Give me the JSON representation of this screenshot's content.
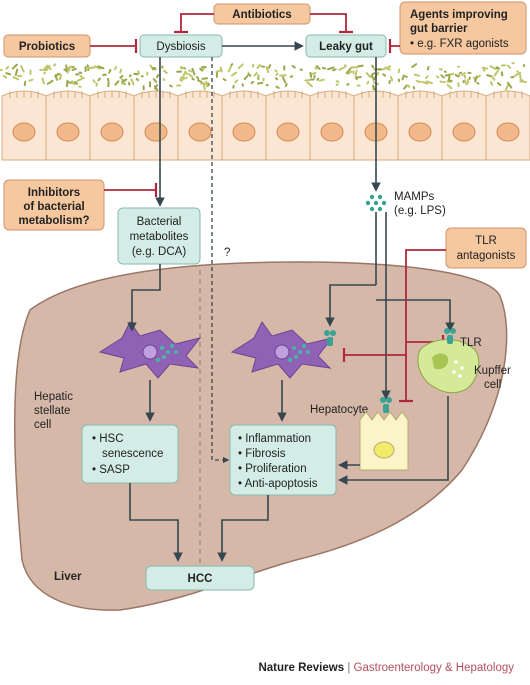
{
  "top": {
    "antibiotics": "Antibiotics",
    "probiotics": "Probiotics",
    "dysbiosis": "Dysbiosis",
    "leaky_gut": "Leaky gut",
    "barrier_title_1": "Agents improving",
    "barrier_title_2": "gut barrier",
    "barrier_example": "• e.g. FXR agonists"
  },
  "middle": {
    "inhibitors_1": "Inhibitors",
    "inhibitors_2": "of bacterial",
    "inhibitors_3": "metabolism?",
    "metabolites_1": "Bacterial",
    "metabolites_2": "metabolites",
    "metabolites_3": "(e.g. DCA)",
    "question": "?",
    "mamps_1": "MAMPs",
    "mamps_2": "(e.g. LPS)",
    "tlr_ant_1": "TLR",
    "tlr_ant_2": "antagonists"
  },
  "liver": {
    "hsc_label_1": "Hepatic",
    "hsc_label_2": "stellate",
    "hsc_label_3": "cell",
    "tlr": "TLR",
    "kupffer_1": "Kupffer",
    "kupffer_2": "cell",
    "hepatocyte": "Hepatocyte",
    "senescence_1": "• HSC",
    "senescence_2": "senescence",
    "senescence_3": "• SASP",
    "effects": [
      "• Inflammation",
      "• Fibrosis",
      "• Proliferation",
      "• Anti-apoptosis"
    ],
    "liver_label": "Liver",
    "hcc": "HCC"
  },
  "footer": {
    "journal": "Nature Reviews",
    "separator": "|",
    "subjournal": "Gastroenterology & Hepatology"
  },
  "colors": {
    "orange_box": "#f6c8a0",
    "teal_box": "#d3ece6",
    "liver_fill": "#d6b8a8",
    "epithelium": "#fbe6d3",
    "nucleus": "#f2b98b",
    "red_inhibit": "#b0283c",
    "arrow": "#37474f"
  }
}
